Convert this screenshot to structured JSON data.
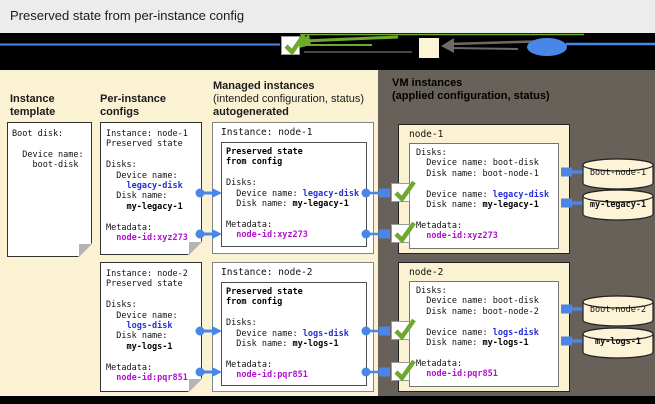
{
  "title_bar": {
    "title": "Preserved state from per-instance config"
  },
  "column_headings": {
    "instance_template": "Instance template",
    "per_instance_configs": "Per-instance configs",
    "managed_instances_title": "Managed instances",
    "managed_instances_subtitle": "(intended configuration, status)",
    "managed_instances_note": "autogenerated",
    "vm_instances_title": "VM instances",
    "vm_instances_subtitle": "(applied configuration, status)"
  },
  "instance_template_box": {
    "lines": [
      [
        "Boot disk:"
      ],
      [
        ""
      ],
      [
        "  Device name:"
      ],
      [
        "    boot-disk"
      ]
    ]
  },
  "per_instance_configs": [
    {
      "lines": [
        [
          "Instance: node-1"
        ],
        [
          "Preserved state"
        ],
        [
          ""
        ],
        [
          "Disks:"
        ],
        [
          "  Device name:"
        ],
        [
          {
            "t": "    legacy-disk",
            "c": "seg-blue"
          }
        ],
        [
          "  Disk name:"
        ],
        [
          {
            "t": "    my-legacy-1",
            "c": "seg-bold"
          }
        ],
        [
          ""
        ],
        [
          "Metadata:"
        ],
        [
          {
            "t": "  node-id:xyz273",
            "c": "seg-purple"
          }
        ]
      ]
    },
    {
      "lines": [
        [
          "Instance: node-2"
        ],
        [
          "Preserved state"
        ],
        [
          ""
        ],
        [
          "Disks:"
        ],
        [
          "  Device name:"
        ],
        [
          {
            "t": "    logs-disk",
            "c": "seg-blue"
          }
        ],
        [
          "  Disk name:"
        ],
        [
          {
            "t": "    my-logs-1",
            "c": "seg-bold"
          }
        ],
        [
          ""
        ],
        [
          "Metadata:"
        ],
        [
          {
            "t": "  node-id:pqr851",
            "c": "seg-purple"
          }
        ]
      ]
    }
  ],
  "managed_instances": [
    {
      "header": "Instance: node-1",
      "lines": [
        [
          {
            "t": "Preserved state",
            "c": "seg-bold"
          }
        ],
        [
          {
            "t": "from config",
            "c": "seg-bold"
          }
        ],
        [
          ""
        ],
        [
          "Disks:"
        ],
        [
          "  Device name: ",
          {
            "t": "legacy-disk",
            "c": "seg-blue"
          }
        ],
        [
          "  Disk name: ",
          {
            "t": "my-legacy-1",
            "c": "seg-bold"
          }
        ],
        [
          ""
        ],
        [
          "Metadata:"
        ],
        [
          "  ",
          {
            "t": "node-id:xyz273",
            "c": "seg-purple"
          }
        ]
      ]
    },
    {
      "header": "Instance: node-2",
      "lines": [
        [
          {
            "t": "Preserved state",
            "c": "seg-bold"
          }
        ],
        [
          {
            "t": "from config",
            "c": "seg-bold"
          }
        ],
        [
          ""
        ],
        [
          "Disks:"
        ],
        [
          "  Device name: ",
          {
            "t": "logs-disk",
            "c": "seg-blue"
          }
        ],
        [
          "  Disk name: ",
          {
            "t": "my-logs-1",
            "c": "seg-bold"
          }
        ],
        [
          ""
        ],
        [
          "Metadata:"
        ],
        [
          "  ",
          {
            "t": "node-id:pqr851",
            "c": "seg-purple"
          }
        ]
      ]
    }
  ],
  "vm_instances": [
    {
      "header": "node-1",
      "lines": [
        [
          "Disks:"
        ],
        [
          "  Device name: boot-disk"
        ],
        [
          "  Disk name: boot-node-1"
        ],
        [
          ""
        ],
        [
          "  Device name: ",
          {
            "t": "legacy-disk",
            "c": "seg-blue"
          }
        ],
        [
          "  Disk name: ",
          {
            "t": "my-legacy-1",
            "c": "seg-bold"
          }
        ],
        [
          ""
        ],
        [
          "Metadata:"
        ],
        [
          "  ",
          {
            "t": "node-id:xyz273",
            "c": "seg-purple"
          }
        ]
      ]
    },
    {
      "header": "node-2",
      "lines": [
        [
          "Disks:"
        ],
        [
          "  Device name: boot-disk"
        ],
        [
          "  Disk name: boot-node-2"
        ],
        [
          ""
        ],
        [
          "  Device name: ",
          {
            "t": "logs-disk",
            "c": "seg-blue"
          }
        ],
        [
          "  Disk name: ",
          {
            "t": "my-logs-1",
            "c": "seg-bold"
          }
        ],
        [
          ""
        ],
        [
          "Metadata:"
        ],
        [
          "  ",
          {
            "t": "node-id:pqr851",
            "c": "seg-purple"
          }
        ]
      ]
    }
  ],
  "disks": [
    {
      "label": "boot-node-1"
    },
    {
      "label": "my-legacy-1"
    },
    {
      "label": "boot-node-2"
    },
    {
      "label": "my-logs-1"
    }
  ],
  "icons": {
    "checkmark": "✓"
  },
  "colors": {
    "accent_blue": "#4a86e8",
    "code_blue": "#2430d8",
    "code_purple": "#b012d0",
    "check_green": "#6fa82e",
    "panel_cream": "#fbf1d3",
    "panel_dark": "#67615a"
  }
}
